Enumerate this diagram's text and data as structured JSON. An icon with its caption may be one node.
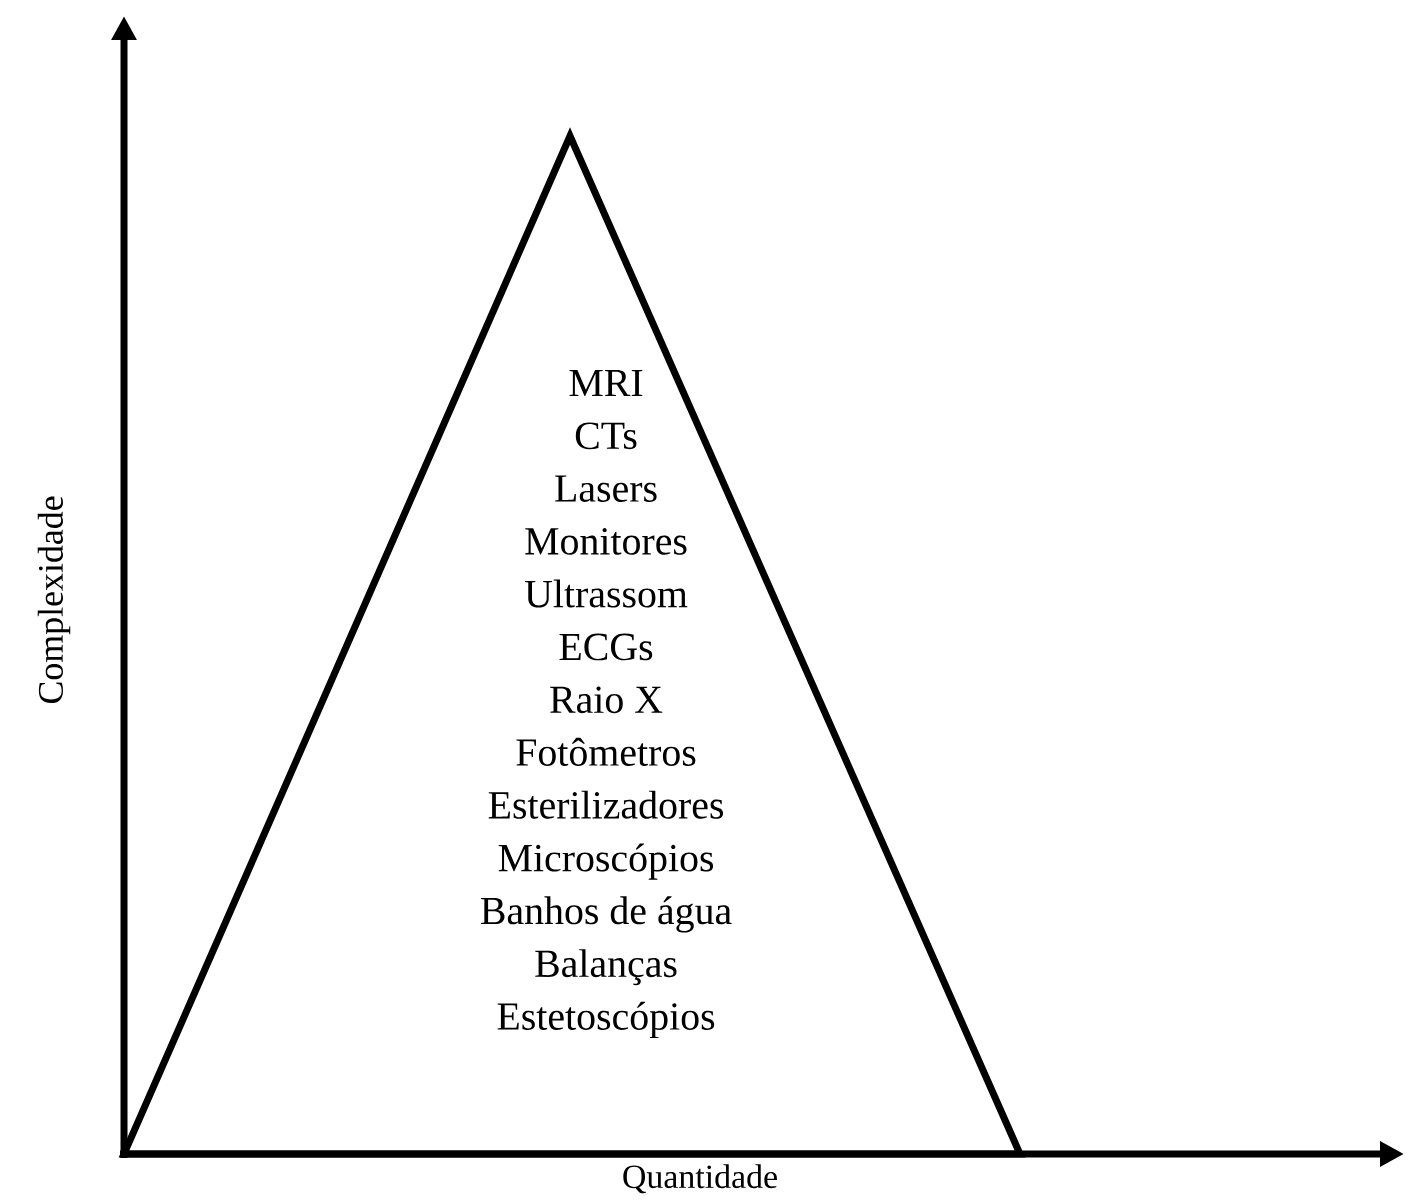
{
  "diagram": {
    "nodes": [
      {
        "text": [
          "MRI",
          "CTs",
          "Lasers",
          "Monitores",
          "Ultrassom",
          "ECGs",
          "Raio X",
          "Fotômetros",
          "Esterilizadores",
          "Microscópios",
          "Banhos de água",
          "Balanças",
          "Estetoscópios"
        ]
      }
    ],
    "labels": [
      "Complexidade",
      "Quantidade"
    ]
  }
}
